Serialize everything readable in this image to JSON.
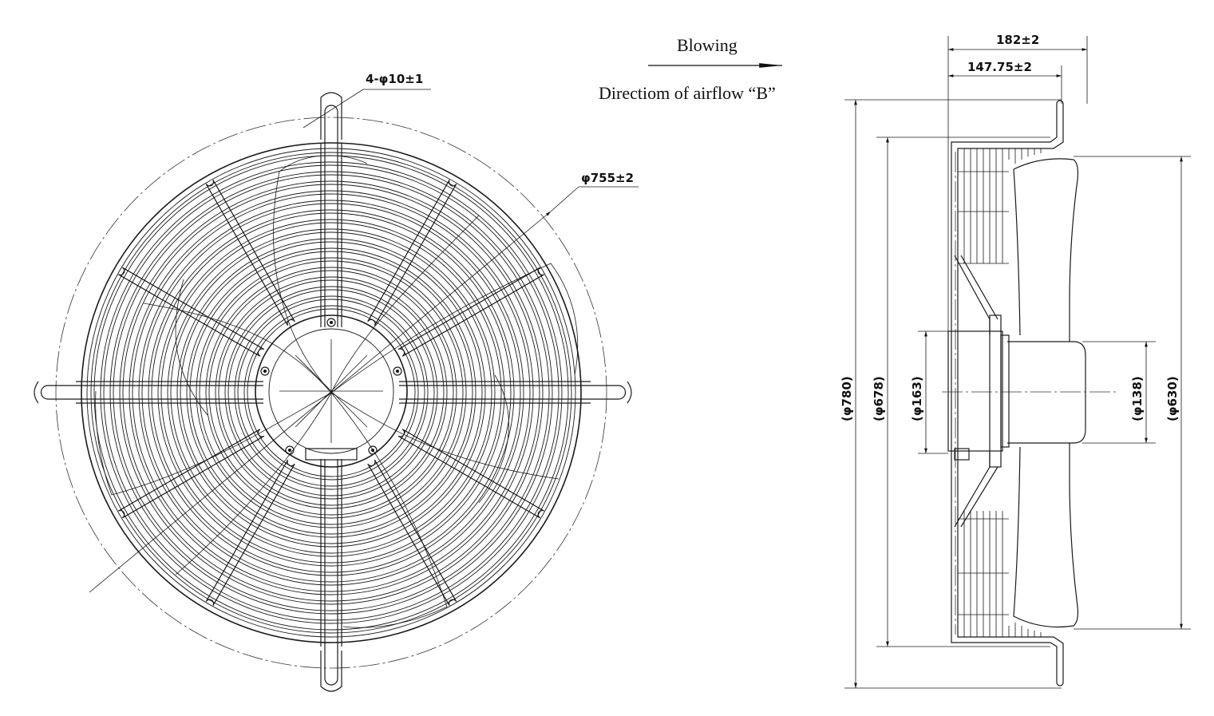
{
  "flow": {
    "title": "Blowing",
    "subtitle": "Directiom of airflow “B”"
  },
  "front_view": {
    "hole_callout": "4-φ10±1",
    "outer_diameter_callout": "φ755±2"
  },
  "side_view": {
    "depth_total": "182±2",
    "depth_guard": "147.75±2",
    "dia_780": "(φ780)",
    "dia_678": "(φ678)",
    "dia_163": "(φ163)",
    "dia_138": "(φ138)",
    "dia_630": "(φ630)"
  }
}
